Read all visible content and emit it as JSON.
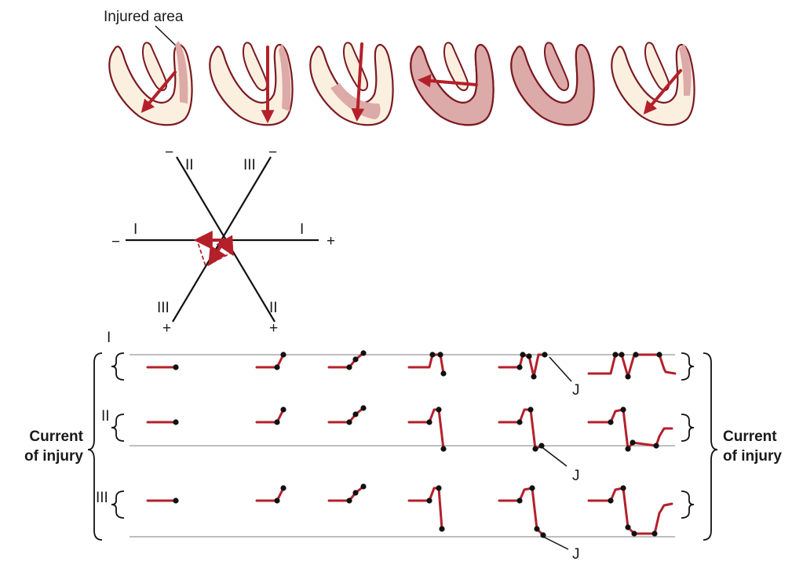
{
  "labels": {
    "injured_area": "Injured area",
    "current_of_injury_line1": "Current",
    "current_of_injury_line2": "of injury",
    "j_point": "J"
  },
  "axes": {
    "lead_I": "I",
    "lead_II": "II",
    "lead_III": "III",
    "minus": "−",
    "plus": "+"
  },
  "leads": [
    "I",
    "II",
    "III"
  ],
  "colors": {
    "tracing": "#b4202a",
    "injured_tissue": "#dcaaa8",
    "healthy_tissue": "#fbefe0",
    "baseline": "#a8a8a8"
  },
  "hearts": [
    {
      "stage": 1,
      "icon": "heart-section-icon"
    },
    {
      "stage": 2,
      "icon": "heart-section-icon"
    },
    {
      "stage": 3,
      "icon": "heart-section-icon"
    },
    {
      "stage": 4,
      "icon": "heart-section-icon"
    },
    {
      "stage": 5,
      "icon": "heart-section-icon"
    },
    {
      "stage": 6,
      "icon": "heart-section-icon"
    }
  ]
}
